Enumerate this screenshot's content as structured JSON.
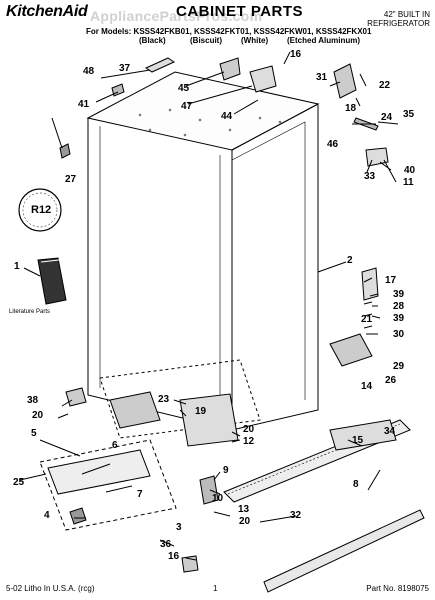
{
  "header": {
    "brand": "KitchenAid",
    "title": "CABINET PARTS",
    "watermark": "AppliancePartsPros.com",
    "product_line1": "42\" BUILT IN",
    "product_line2": "REFRIGERATOR",
    "models_label": "For Models: KSSS42FKB01, KSSS42FKT01, KSSS42FKW01, KSSS42FKX01",
    "finishes": [
      "(Black)",
      "(Biscuit)",
      "(White)",
      "(Etched Aluminum)"
    ]
  },
  "literature_label": "Literature Parts",
  "logo_text": "R12",
  "callouts": [
    "1",
    "2",
    "3",
    "4",
    "5",
    "6",
    "7",
    "8",
    "9",
    "10",
    "11",
    "12",
    "13",
    "14",
    "15",
    "16",
    "16",
    "17",
    "18",
    "19",
    "20",
    "20",
    "20",
    "21",
    "22",
    "23",
    "24",
    "25",
    "26",
    "27",
    "28",
    "29",
    "30",
    "31",
    "32",
    "33",
    "34",
    "35",
    "36",
    "37",
    "38",
    "39",
    "39",
    "40",
    "41",
    "44",
    "45",
    "46",
    "47",
    "48"
  ],
  "footer": {
    "left": "5-02 Litho In U.S.A. (rcg)",
    "page": "1",
    "part_no": "Part No. 8198075"
  }
}
